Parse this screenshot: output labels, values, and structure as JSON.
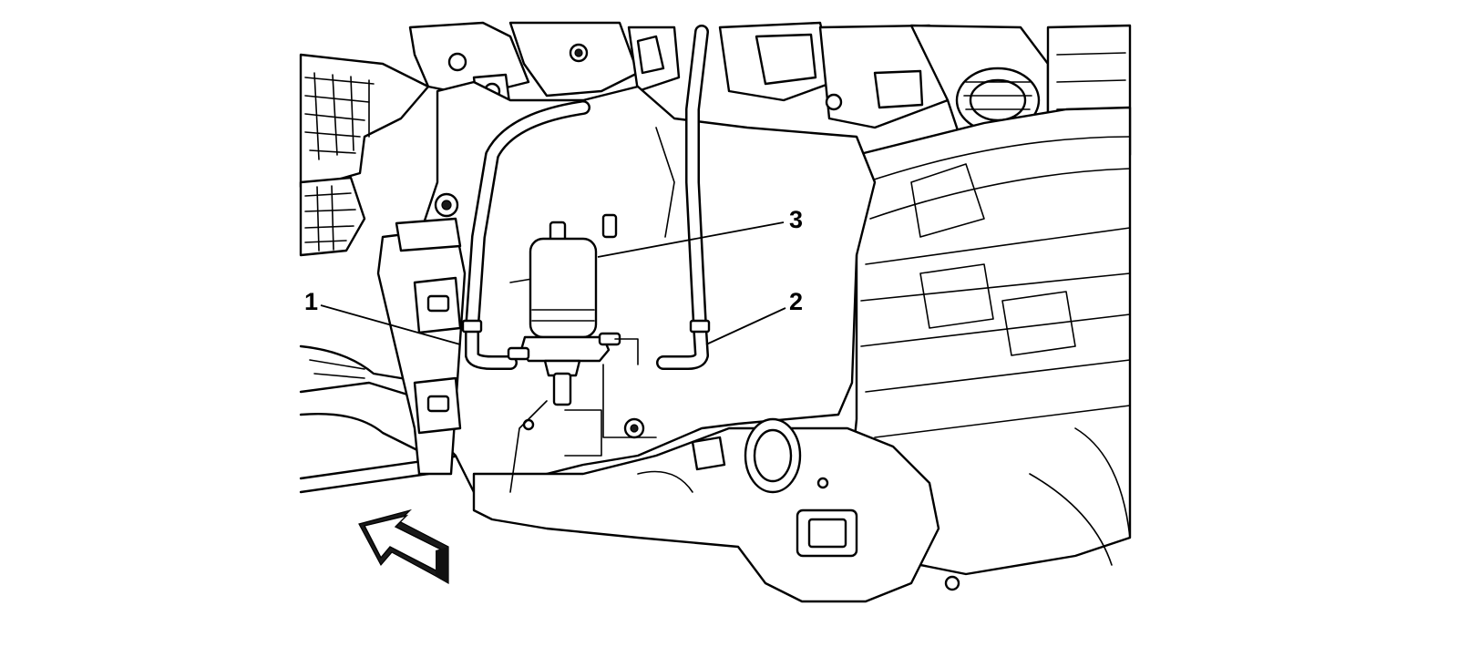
{
  "callouts": [
    {
      "label": "1",
      "part": "left-washer-hose"
    },
    {
      "label": "2",
      "part": "right-washer-hose"
    },
    {
      "label": "3",
      "part": "washer-pump"
    }
  ],
  "colors": {
    "line": "#000000",
    "background": "#ffffff",
    "arrow": "#1a1a1a"
  },
  "icons": {
    "direction_arrow": "forward-arrow-icon"
  }
}
